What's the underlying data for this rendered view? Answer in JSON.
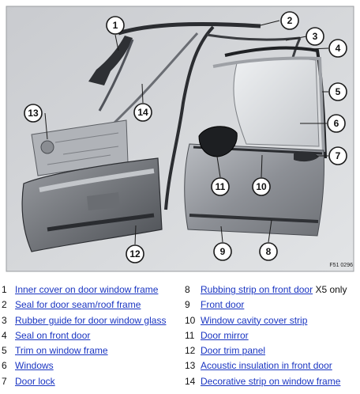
{
  "diagram": {
    "figure_code": "F51 0296",
    "callouts": [
      "1",
      "2",
      "3",
      "4",
      "5",
      "6",
      "7",
      "8",
      "9",
      "10",
      "11",
      "12",
      "13",
      "14"
    ]
  },
  "legend": [
    {
      "num": "1",
      "label": "Inner cover on door window frame",
      "note": ""
    },
    {
      "num": "2",
      "label": "Seal for door seam/roof frame",
      "note": ""
    },
    {
      "num": "3",
      "label": "Rubber guide for door window glass",
      "note": ""
    },
    {
      "num": "4",
      "label": "Seal on front door",
      "note": ""
    },
    {
      "num": "5",
      "label": "Trim on window frame",
      "note": ""
    },
    {
      "num": "6",
      "label": "Windows",
      "note": ""
    },
    {
      "num": "7",
      "label": "Door lock",
      "note": ""
    },
    {
      "num": "8",
      "label": "Rubbing strip on front door",
      "note": "X5 only"
    },
    {
      "num": "9",
      "label": "Front door",
      "note": ""
    },
    {
      "num": "10",
      "label": "Window cavity cover strip",
      "note": ""
    },
    {
      "num": "11",
      "label": "Door mirror",
      "note": ""
    },
    {
      "num": "12",
      "label": "Door trim panel",
      "note": ""
    },
    {
      "num": "13",
      "label": "Acoustic insulation in front door",
      "note": ""
    },
    {
      "num": "14",
      "label": "Decorative strip on window frame",
      "note": ""
    }
  ],
  "colors": {
    "link": "#1a35c2",
    "background": "#ffffff",
    "diagram_background": "#d4d6d9"
  }
}
